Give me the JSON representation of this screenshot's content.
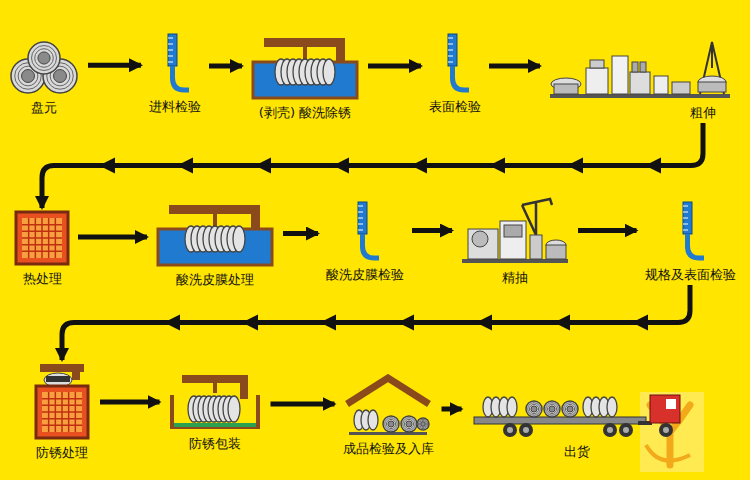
{
  "diagram": {
    "nodes": [
      {
        "text": [
          "盘元"
        ]
      },
      {
        "text": [
          "进料检验"
        ]
      },
      {
        "text": [
          "(剥壳) 酸洗除锈"
        ]
      },
      {
        "text": [
          "表面检验"
        ]
      },
      {
        "text": [
          "粗伸"
        ]
      },
      {
        "text": [
          "热处理"
        ]
      },
      {
        "text": [
          "酸洗皮膜处理"
        ]
      },
      {
        "text": [
          "酸洗皮膜检验"
        ]
      },
      {
        "text": [
          "精抽"
        ]
      },
      {
        "text": [
          "规格及表面检验"
        ]
      },
      {
        "text": [
          "防锈处理"
        ]
      },
      {
        "text": [
          "防锈包装"
        ]
      },
      {
        "text": [
          "成品检验及入库"
        ]
      },
      {
        "text": [
          "出货"
        ]
      }
    ],
    "edges": [
      {
        "from": 0,
        "to": 1,
        "arrow": "to"
      },
      {
        "from": 1,
        "to": 2,
        "arrow": "to"
      },
      {
        "from": 2,
        "to": 3,
        "arrow": "to"
      },
      {
        "from": 3,
        "to": 4,
        "arrow": "to"
      },
      {
        "from": 4,
        "to": 5,
        "arrow": "to"
      },
      {
        "from": 5,
        "to": 6,
        "arrow": "to"
      },
      {
        "from": 6,
        "to": 7,
        "arrow": "to"
      },
      {
        "from": 7,
        "to": 8,
        "arrow": "to"
      },
      {
        "from": 8,
        "to": 9,
        "arrow": "to"
      },
      {
        "from": 9,
        "to": 10,
        "arrow": "to"
      },
      {
        "from": 10,
        "to": 11,
        "arrow": "to"
      },
      {
        "from": 11,
        "to": 12,
        "arrow": "to"
      },
      {
        "from": 12,
        "to": 13,
        "arrow": "to"
      }
    ]
  }
}
